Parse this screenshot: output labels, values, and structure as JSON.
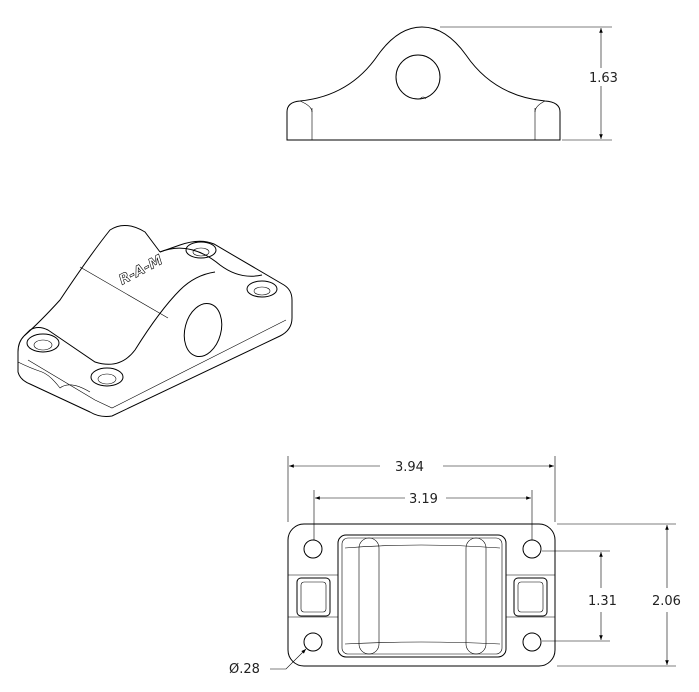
{
  "side_view": {
    "height_dim": "1.63"
  },
  "iso_view": {
    "logo_text": "R-A-M"
  },
  "top_view": {
    "overall_width_dim": "3.94",
    "hole_spacing_width_dim": "3.19",
    "hole_spacing_height_dim": "1.31",
    "overall_height_dim": "2.06",
    "hole_diameter_dim": "Ø.28"
  },
  "colors": {
    "line": "#000000",
    "background": "#ffffff"
  }
}
